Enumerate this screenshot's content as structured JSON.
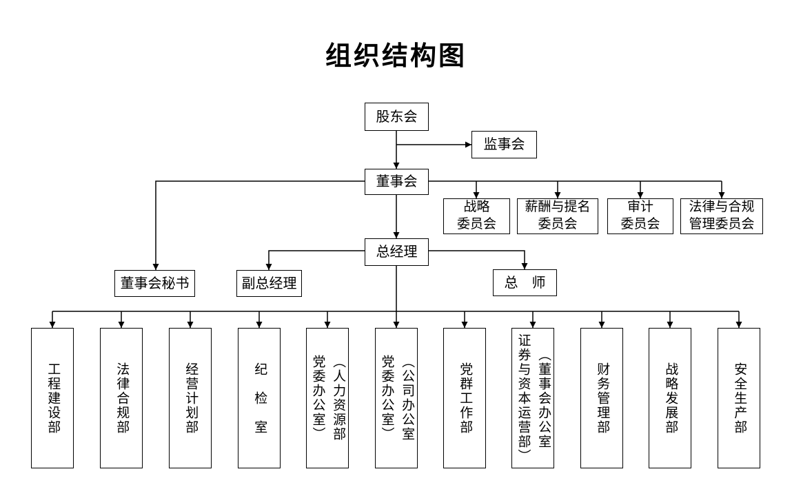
{
  "title": "组织结构图",
  "nodes": {
    "shareholders": {
      "label": "股东会"
    },
    "supervisory": {
      "label": "监事会"
    },
    "board": {
      "label": "董事会"
    },
    "general_manager": {
      "label": "总经理"
    },
    "board_secretary": {
      "label": "董事会秘书"
    },
    "deputy_gm": {
      "label": "副总经理"
    },
    "chief_engineer": {
      "label": "总　师"
    }
  },
  "committees": [
    {
      "line1": "战略",
      "line2": "委员会"
    },
    {
      "line1": "薪酬与提名",
      "line2": "委员会"
    },
    {
      "line1": "审计",
      "line2": "委员会"
    },
    {
      "line1": "法律与合规",
      "line2": "管理委员会"
    }
  ],
  "departments": [
    {
      "label": "工程建设部"
    },
    {
      "label": "法律合规部"
    },
    {
      "label": "经营计划部"
    },
    {
      "label": "纪　检　室"
    },
    {
      "columns": [
        "（人力资源部",
        "党委办公室）"
      ]
    },
    {
      "columns": [
        "（公司办公室",
        "党委办公室）"
      ]
    },
    {
      "label": "党群工作部"
    },
    {
      "columns": [
        "（董事会办公室",
        "证券与资本运营部）"
      ]
    },
    {
      "label": "财务管理部"
    },
    {
      "label": "战略发展部"
    },
    {
      "label": "安全生产部"
    }
  ],
  "colors": {
    "background": "#ffffff",
    "line": "#000000",
    "box_border": "#000000",
    "text": "#000000"
  }
}
